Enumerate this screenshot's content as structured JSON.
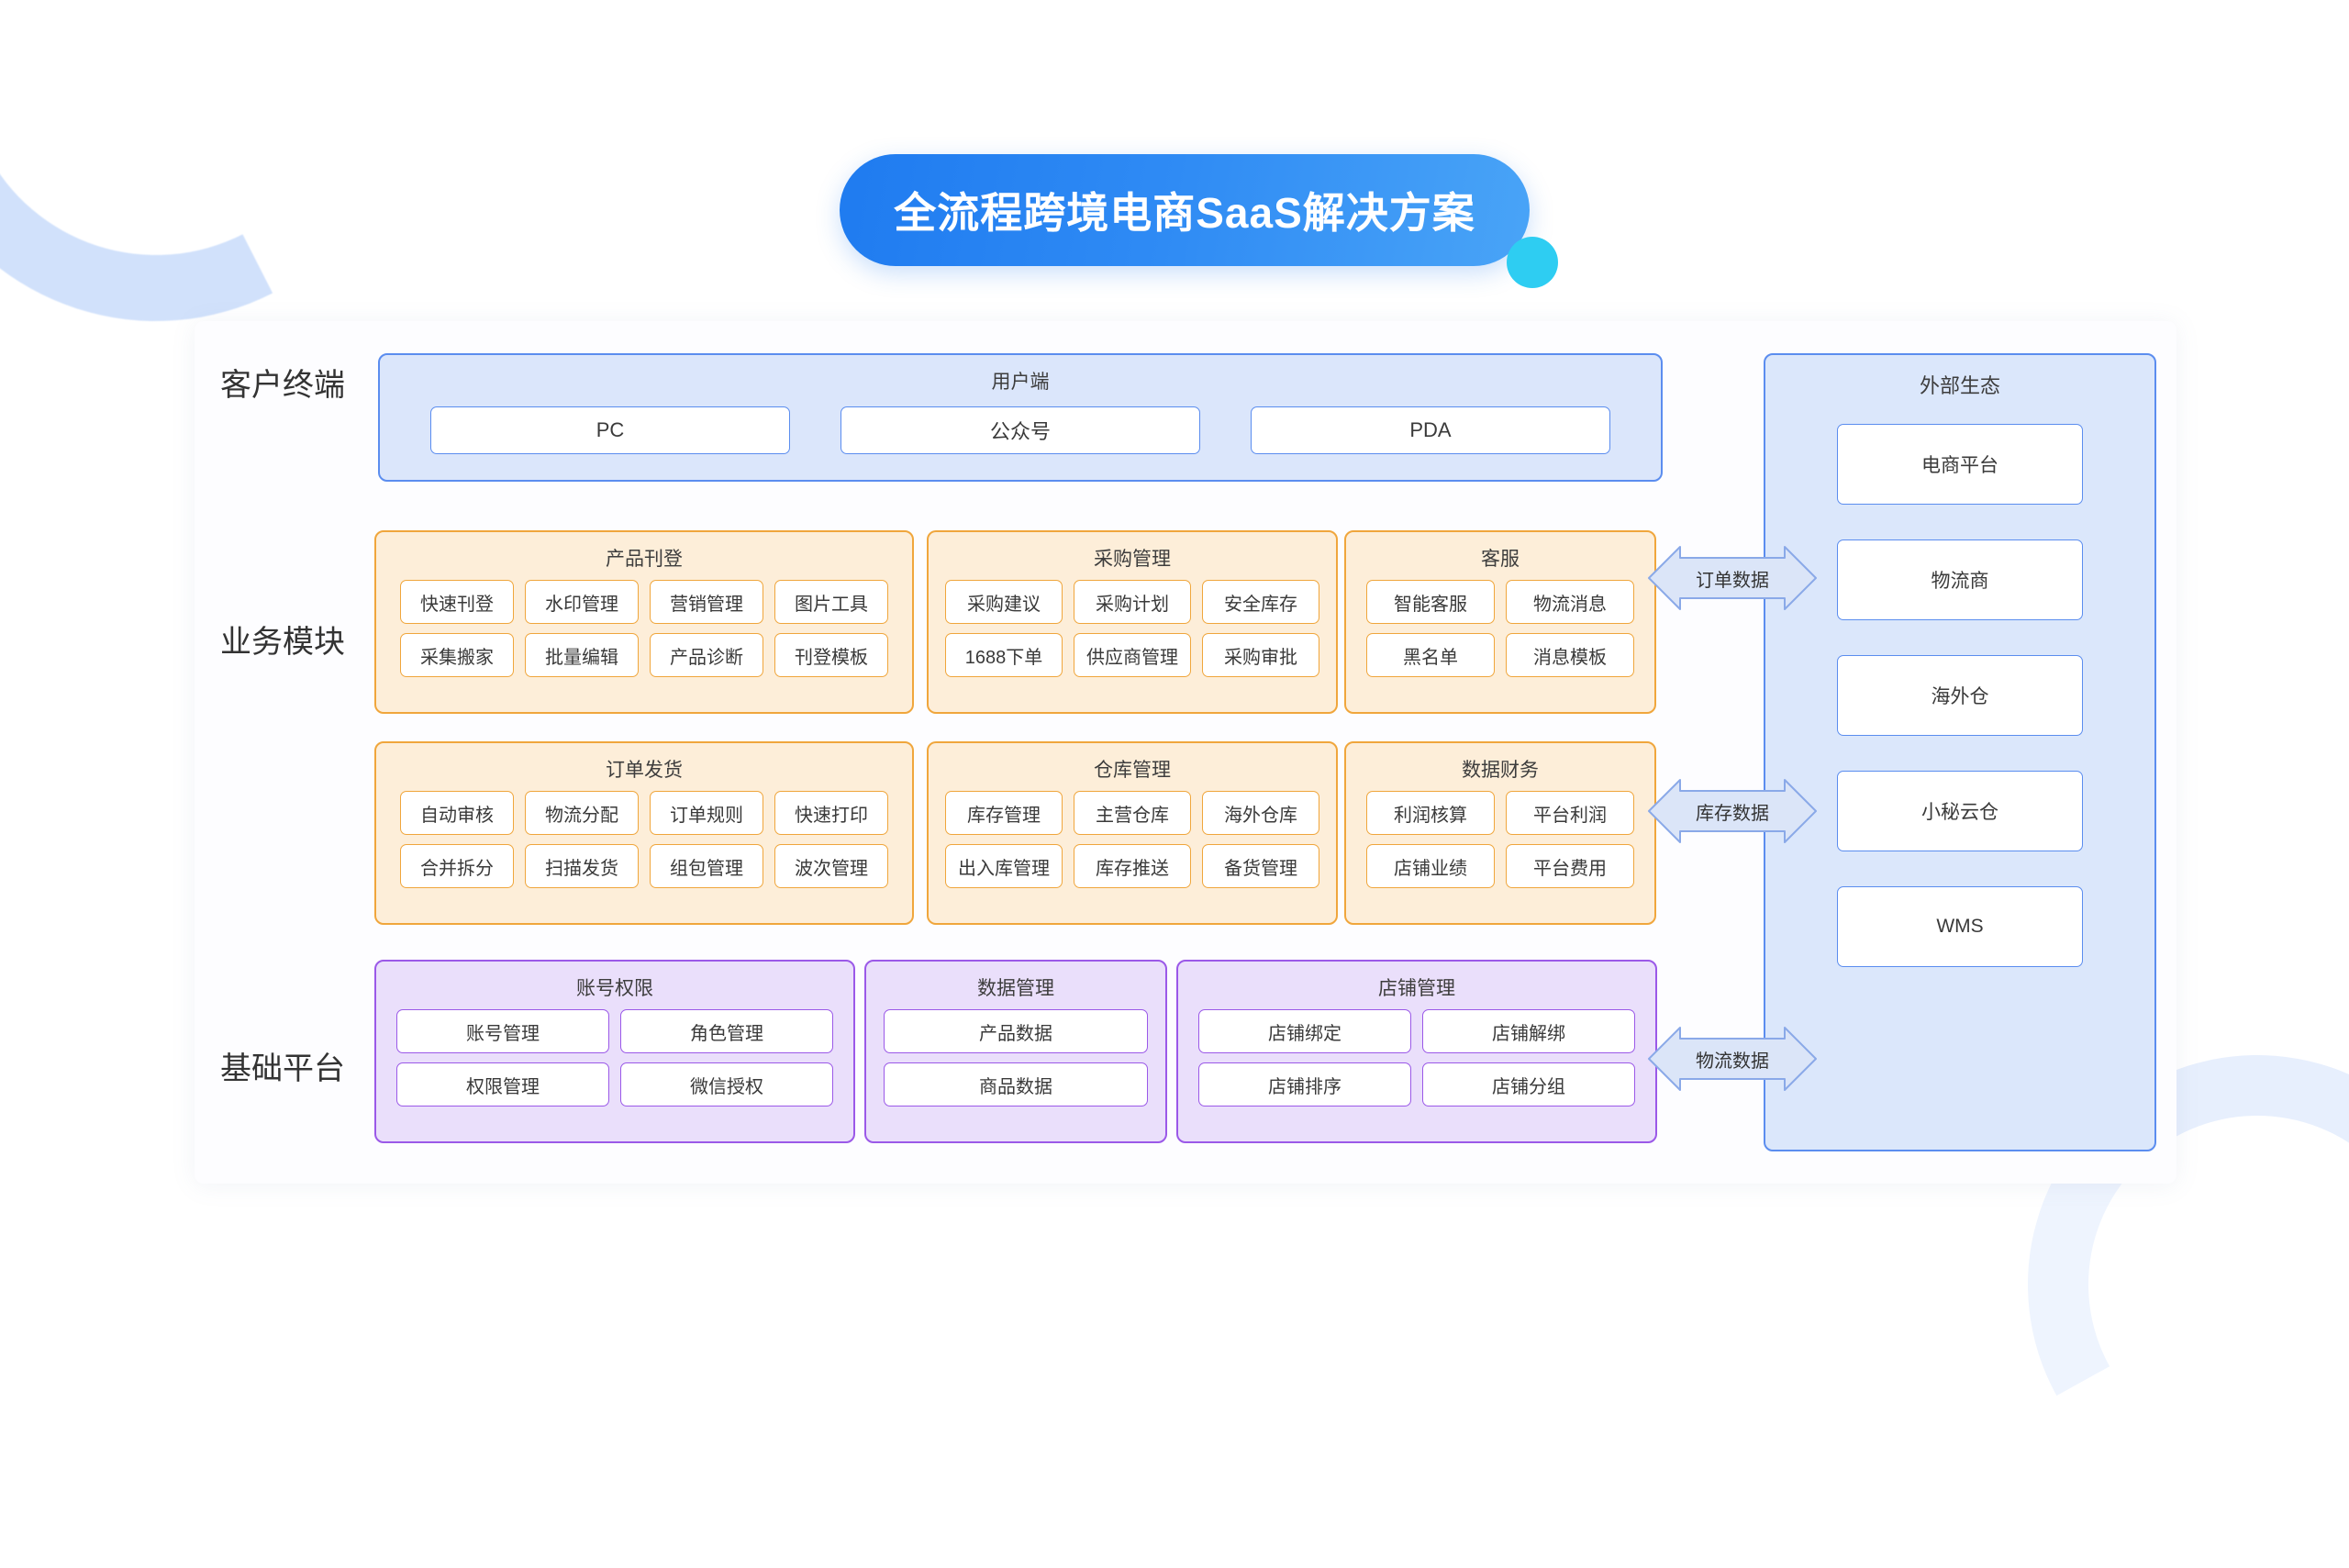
{
  "title": {
    "text": "全流程跨境电商SaaS解决方案"
  },
  "row_labels": {
    "client": "客户终端",
    "business": "业务模块",
    "platform": "基础平台"
  },
  "client_terminal": {
    "header": "用户端",
    "items": [
      "PC",
      "公众号",
      "PDA"
    ]
  },
  "business_groups": [
    {
      "header": "产品刊登",
      "items": [
        "快速刊登",
        "水印管理",
        "营销管理",
        "图片工具",
        "采集搬家",
        "批量编辑",
        "产品诊断",
        "刊登模板"
      ]
    },
    {
      "header": "采购管理",
      "items": [
        "采购建议",
        "采购计划",
        "安全库存",
        "1688下单",
        "供应商管理",
        "采购审批"
      ]
    },
    {
      "header": "客服",
      "items": [
        "智能客服",
        "物流消息",
        "黑名单",
        "消息模板"
      ]
    },
    {
      "header": "订单发货",
      "items": [
        "自动审核",
        "物流分配",
        "订单规则",
        "快速打印",
        "合并拆分",
        "扫描发货",
        "组包管理",
        "波次管理"
      ]
    },
    {
      "header": "仓库管理",
      "items": [
        "库存管理",
        "主营仓库",
        "海外仓库",
        "出入库管理",
        "库存推送",
        "备货管理"
      ]
    },
    {
      "header": "数据财务",
      "items": [
        "利润核算",
        "平台利润",
        "店铺业绩",
        "平台费用"
      ]
    }
  ],
  "platform_groups": [
    {
      "header": "账号权限",
      "items": [
        "账号管理",
        "角色管理",
        "权限管理",
        "微信授权"
      ]
    },
    {
      "header": "数据管理",
      "items": [
        "产品数据",
        "商品数据"
      ]
    },
    {
      "header": "店铺管理",
      "items": [
        "店铺绑定",
        "店铺解绑",
        "店铺排序",
        "店铺分组"
      ]
    }
  ],
  "external": {
    "header": "外部生态",
    "items": [
      "电商平台",
      "物流商",
      "海外仓",
      "小秘云仓",
      "WMS"
    ]
  },
  "connectors": [
    {
      "label": "订单数据"
    },
    {
      "label": "库存数据"
    },
    {
      "label": "物流数据"
    }
  ],
  "colors": {
    "title_gradient_start": "#1f7bf0",
    "title_gradient_end": "#49a4f7",
    "dot_orange": "#fbbe3c",
    "dot_cyan": "#2ecdf2",
    "blue_border": "#5b8def",
    "blue_fill": "#dbe6fb",
    "orange_border": "#f0a63c",
    "orange_fill": "#fdeed9",
    "purple_border": "#9b59e8",
    "purple_fill": "#eadffb"
  }
}
